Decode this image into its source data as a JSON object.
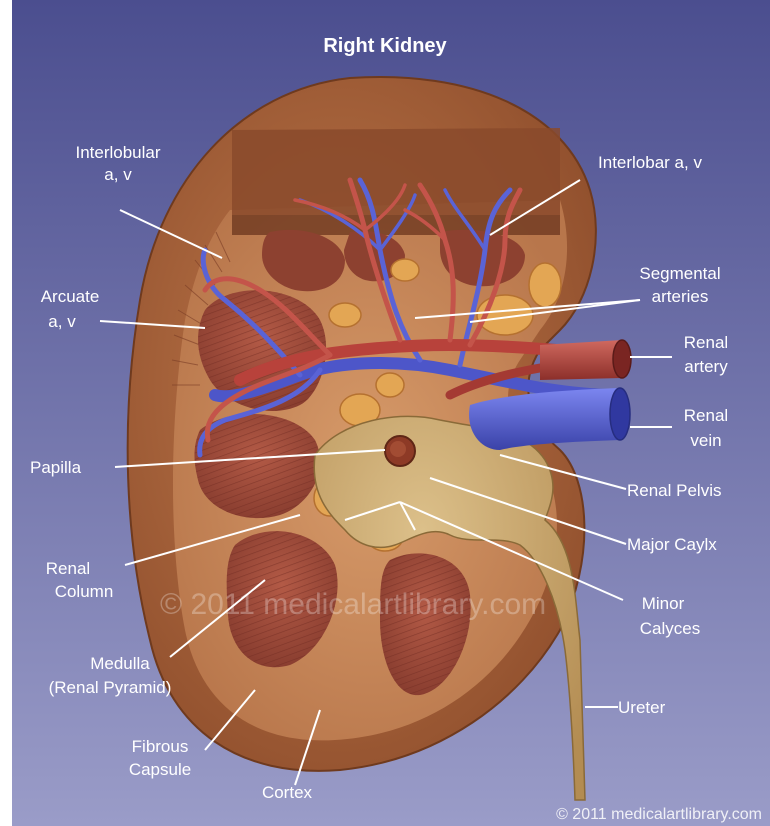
{
  "title": "Right Kidney",
  "labels": {
    "interlobular": [
      "Interlobular",
      "a, v"
    ],
    "interlobar": [
      "Interlobar a, v"
    ],
    "segmental": [
      "Segmental",
      "arteries"
    ],
    "arcuate": [
      "Arcuate",
      "a, v"
    ],
    "renal_artery": [
      "Renal",
      "artery"
    ],
    "renal_vein": [
      "Renal",
      "vein"
    ],
    "papilla": [
      "Papilla"
    ],
    "renal_pelvis": [
      "Renal Pelvis"
    ],
    "major_calyx": [
      "Major Caylx"
    ],
    "renal_column": [
      "Renal",
      "Column"
    ],
    "minor_calyces": [
      "Minor",
      "Calyces"
    ],
    "medulla": [
      "Medulla",
      "(Renal Pyramid)"
    ],
    "ureter": [
      "Ureter"
    ],
    "fibrous_capsule": [
      "Fibrous",
      "Capsule"
    ],
    "cortex": [
      "Cortex"
    ]
  },
  "watermark": "© 2011 medicalartlibrary.com",
  "footer": "© 2011 medicalartlibrary.com",
  "colors": {
    "background_top": "#4b4e8f",
    "background_bottom": "#9a9cc8",
    "capsule": "#a5623b",
    "cortex": "#c98a5c",
    "pyramid": "#9b4a3a",
    "artery": "#b8423b",
    "vein": "#5a63d6",
    "pelvis": "#c5a266",
    "fat": "#e3a654"
  }
}
